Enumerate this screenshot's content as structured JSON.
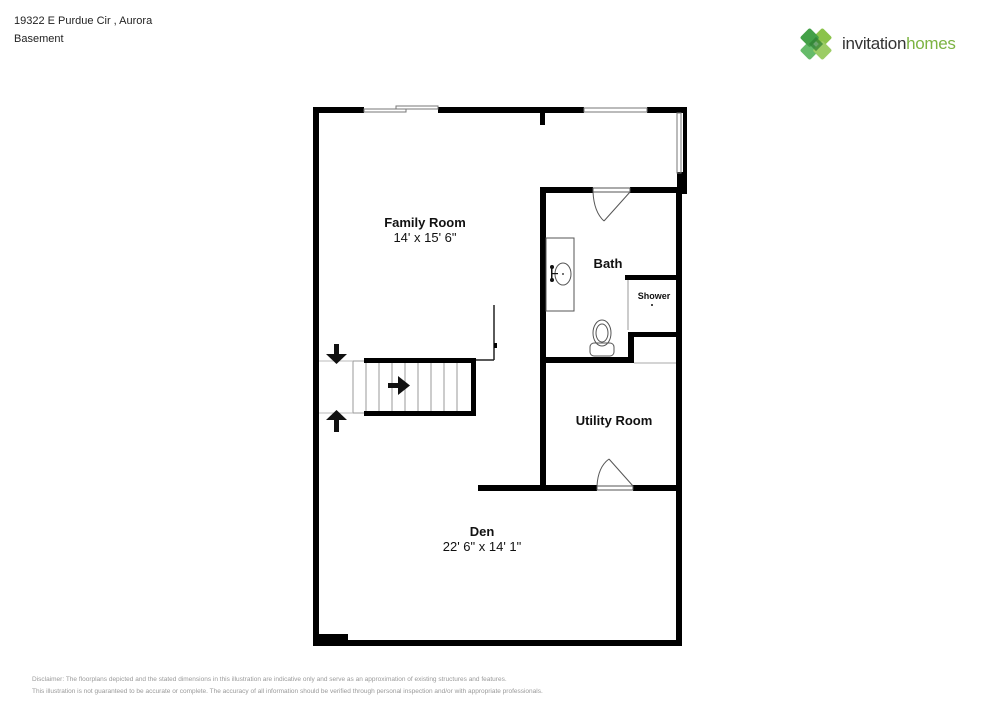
{
  "header": {
    "address": "19322 E Purdue Cir , Aurora",
    "level": "Basement"
  },
  "logo": {
    "word1": "invitation",
    "word2": "homes",
    "icon": "clover-logo-icon",
    "colors": {
      "dark": "#333333",
      "green": "#7cb342",
      "leaf_light": "#8bc34a",
      "leaf_dark": "#43a047"
    }
  },
  "rooms": [
    {
      "name": "Family Room",
      "dimensions": "14' x 15' 6\""
    },
    {
      "name": "Bath",
      "dimensions": ""
    },
    {
      "name": "Shower",
      "dimensions": ""
    },
    {
      "name": "Utility Room",
      "dimensions": ""
    },
    {
      "name": "Den",
      "dimensions": "22' 6\" x 14' 1\""
    }
  ],
  "disclaimer": {
    "line1": "Disclaimer: The floorplans depicted and the stated dimensions in this illustration are indicative only and serve as an approximation of existing structures and features.",
    "line2": "This illustration is not guaranteed to be accurate or complete. The accuracy of all information should be verified through personal inspection and/or with appropriate professionals."
  },
  "colors": {
    "wall": "#000000",
    "background": "#ffffff",
    "thin_line": "#888888"
  }
}
